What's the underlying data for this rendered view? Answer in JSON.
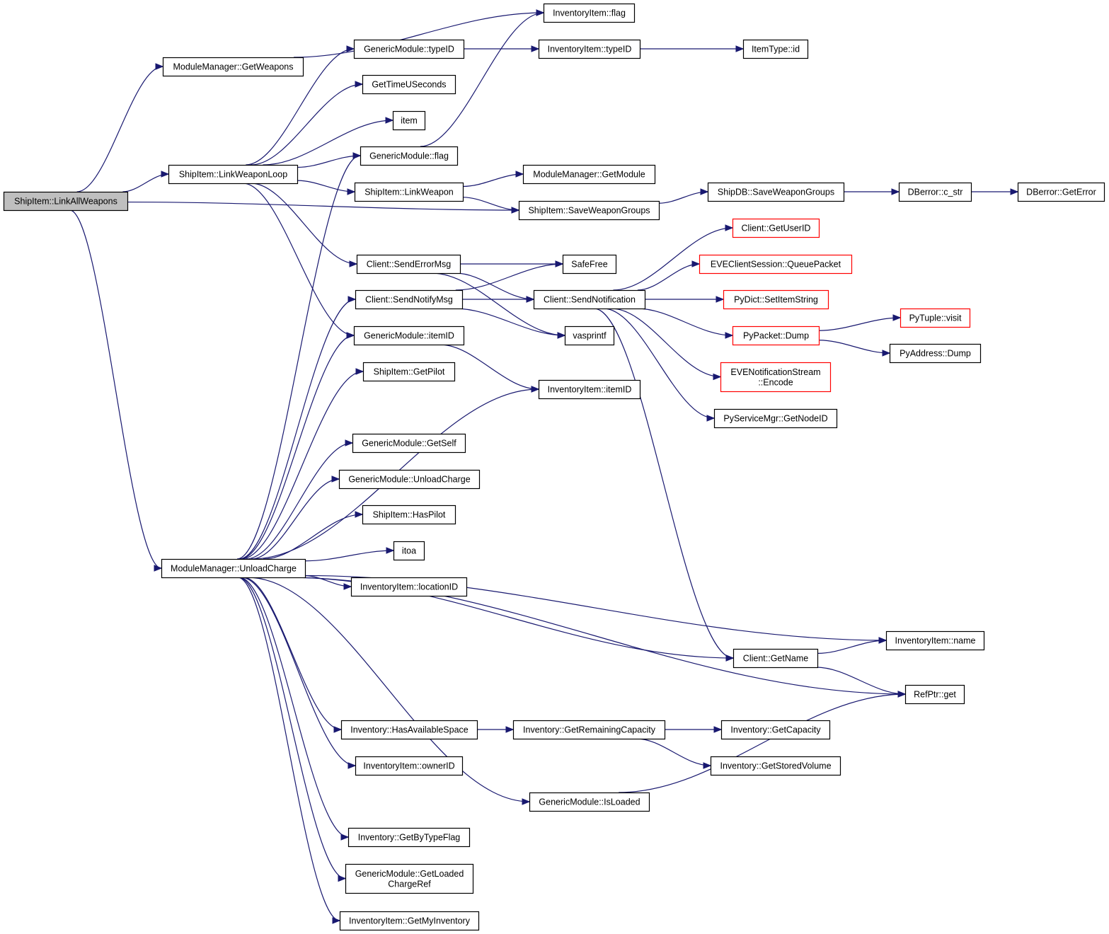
{
  "colors": {
    "edge": "#191970",
    "root_fill": "#bfbfbf",
    "truncated_border": "#ff0000"
  },
  "nodes": [
    {
      "id": "root",
      "label": [
        "ShipItem::LinkAllWeapons"
      ],
      "root": true
    },
    {
      "id": "mm_getweapons",
      "label": [
        "ModuleManager::GetWeapons"
      ]
    },
    {
      "id": "si_linkweaponloop",
      "label": [
        "ShipItem::LinkWeaponLoop"
      ]
    },
    {
      "id": "mm_unloadcharge",
      "label": [
        "ModuleManager::UnloadCharge"
      ]
    },
    {
      "id": "ii_flag",
      "label": [
        "InventoryItem::flag"
      ]
    },
    {
      "id": "gm_typeid",
      "label": [
        "GenericModule::typeID"
      ]
    },
    {
      "id": "ii_typeid",
      "label": [
        "InventoryItem::typeID"
      ]
    },
    {
      "id": "it_id",
      "label": [
        "ItemType::id"
      ]
    },
    {
      "id": "gettimeuseconds",
      "label": [
        "GetTimeUSeconds"
      ]
    },
    {
      "id": "item",
      "label": [
        "item"
      ]
    },
    {
      "id": "gm_flag",
      "label": [
        "GenericModule::flag"
      ]
    },
    {
      "id": "si_linkweapon",
      "label": [
        "ShipItem::LinkWeapon"
      ]
    },
    {
      "id": "mm_getmodule",
      "label": [
        "ModuleManager::GetModule"
      ]
    },
    {
      "id": "si_saveweapongroups",
      "label": [
        "ShipItem::SaveWeaponGroups"
      ]
    },
    {
      "id": "sdb_saveweapongroups",
      "label": [
        "ShipDB::SaveWeaponGroups"
      ]
    },
    {
      "id": "dberror_cstr",
      "label": [
        "DBerror::c_str"
      ]
    },
    {
      "id": "dberror_geterror",
      "label": [
        "DBerror::GetError"
      ]
    },
    {
      "id": "client_senderrormsg",
      "label": [
        "Client::SendErrorMsg"
      ]
    },
    {
      "id": "safefree",
      "label": [
        "SafeFree"
      ]
    },
    {
      "id": "client_sendnotifymsg",
      "label": [
        "Client::SendNotifyMsg"
      ]
    },
    {
      "id": "client_sendnotification",
      "label": [
        "Client::SendNotification"
      ]
    },
    {
      "id": "vasprintf",
      "label": [
        "vasprintf"
      ]
    },
    {
      "id": "client_getuserid",
      "label": [
        "Client::GetUserID"
      ],
      "truncated": true
    },
    {
      "id": "ecs_queuepacket",
      "label": [
        "EVEClientSession::QueuePacket"
      ],
      "truncated": true
    },
    {
      "id": "pydict_setitemstring",
      "label": [
        "PyDict::SetItemString"
      ],
      "truncated": true
    },
    {
      "id": "pypacket_dump",
      "label": [
        "PyPacket::Dump"
      ],
      "truncated": true
    },
    {
      "id": "pytuple_visit",
      "label": [
        "PyTuple::visit"
      ],
      "truncated": true
    },
    {
      "id": "pyaddress_dump",
      "label": [
        "PyAddress::Dump"
      ]
    },
    {
      "id": "ens_encode",
      "label": [
        "EVENotificationStream",
        "::Encode"
      ],
      "truncated": true
    },
    {
      "id": "psm_getnodeid",
      "label": [
        "PyServiceMgr::GetNodeID"
      ]
    },
    {
      "id": "gm_itemid",
      "label": [
        "GenericModule::itemID"
      ]
    },
    {
      "id": "ii_itemid",
      "label": [
        "InventoryItem::itemID"
      ]
    },
    {
      "id": "si_getpilot",
      "label": [
        "ShipItem::GetPilot"
      ]
    },
    {
      "id": "gm_getself",
      "label": [
        "GenericModule::GetSelf"
      ]
    },
    {
      "id": "gm_unloadcharge",
      "label": [
        "GenericModule::UnloadCharge"
      ]
    },
    {
      "id": "si_haspilot",
      "label": [
        "ShipItem::HasPilot"
      ]
    },
    {
      "id": "itoa",
      "label": [
        "itoa"
      ]
    },
    {
      "id": "ii_locationid",
      "label": [
        "InventoryItem::locationID"
      ]
    },
    {
      "id": "ii_name",
      "label": [
        "InventoryItem::name"
      ]
    },
    {
      "id": "client_getname",
      "label": [
        "Client::GetName"
      ]
    },
    {
      "id": "refptr_get",
      "label": [
        "RefPtr::get"
      ]
    },
    {
      "id": "inv_hasavailablespace",
      "label": [
        "Inventory::HasAvailableSpace"
      ]
    },
    {
      "id": "inv_getremainingcapacity",
      "label": [
        "Inventory::GetRemainingCapacity"
      ]
    },
    {
      "id": "inv_getcapacity",
      "label": [
        "Inventory::GetCapacity"
      ]
    },
    {
      "id": "inv_getstoredvolume",
      "label": [
        "Inventory::GetStoredVolume"
      ]
    },
    {
      "id": "ii_ownerid",
      "label": [
        "InventoryItem::ownerID"
      ]
    },
    {
      "id": "gm_isloaded",
      "label": [
        "GenericModule::IsLoaded"
      ]
    },
    {
      "id": "inv_getbytypeflag",
      "label": [
        "Inventory::GetByTypeFlag"
      ]
    },
    {
      "id": "gm_getloadedchargeref",
      "label": [
        "GenericModule::GetLoaded",
        "ChargeRef"
      ]
    },
    {
      "id": "ii_getmyinventory",
      "label": [
        "InventoryItem::GetMyInventory"
      ]
    }
  ],
  "edges": [
    [
      "root",
      "mm_getweapons"
    ],
    [
      "root",
      "si_linkweaponloop"
    ],
    [
      "root",
      "mm_unloadcharge"
    ],
    [
      "root",
      "si_saveweapongroups"
    ],
    [
      "mm_getweapons",
      "ii_flag"
    ],
    [
      "si_linkweaponloop",
      "gm_typeid"
    ],
    [
      "si_linkweaponloop",
      "gettimeuseconds"
    ],
    [
      "si_linkweaponloop",
      "item"
    ],
    [
      "si_linkweaponloop",
      "gm_flag"
    ],
    [
      "si_linkweaponloop",
      "si_linkweapon"
    ],
    [
      "si_linkweaponloop",
      "client_senderrormsg"
    ],
    [
      "si_linkweaponloop",
      "gm_itemid"
    ],
    [
      "gm_typeid",
      "ii_typeid"
    ],
    [
      "ii_typeid",
      "it_id"
    ],
    [
      "gm_flag",
      "ii_flag"
    ],
    [
      "si_linkweapon",
      "mm_getmodule"
    ],
    [
      "si_linkweapon",
      "si_saveweapongroups"
    ],
    [
      "si_saveweapongroups",
      "sdb_saveweapongroups"
    ],
    [
      "sdb_saveweapongroups",
      "dberror_cstr"
    ],
    [
      "dberror_cstr",
      "dberror_geterror"
    ],
    [
      "client_senderrormsg",
      "safefree"
    ],
    [
      "client_senderrormsg",
      "client_sendnotification"
    ],
    [
      "client_senderrormsg",
      "vasprintf"
    ],
    [
      "client_sendnotifymsg",
      "safefree"
    ],
    [
      "client_sendnotifymsg",
      "client_sendnotification"
    ],
    [
      "client_sendnotifymsg",
      "vasprintf"
    ],
    [
      "client_sendnotification",
      "client_getuserid"
    ],
    [
      "client_sendnotification",
      "ecs_queuepacket"
    ],
    [
      "client_sendnotification",
      "pydict_setitemstring"
    ],
    [
      "client_sendnotification",
      "pypacket_dump"
    ],
    [
      "client_sendnotification",
      "ens_encode"
    ],
    [
      "client_sendnotification",
      "psm_getnodeid"
    ],
    [
      "client_sendnotification",
      "client_getname"
    ],
    [
      "pypacket_dump",
      "pytuple_visit"
    ],
    [
      "pypacket_dump",
      "pyaddress_dump"
    ],
    [
      "gm_itemid",
      "ii_itemid"
    ],
    [
      "mm_unloadcharge",
      "gm_flag"
    ],
    [
      "mm_unloadcharge",
      "client_sendnotifymsg"
    ],
    [
      "mm_unloadcharge",
      "gm_itemid"
    ],
    [
      "mm_unloadcharge",
      "si_getpilot"
    ],
    [
      "mm_unloadcharge",
      "ii_itemid"
    ],
    [
      "mm_unloadcharge",
      "gm_getself"
    ],
    [
      "mm_unloadcharge",
      "gm_unloadcharge"
    ],
    [
      "mm_unloadcharge",
      "si_haspilot"
    ],
    [
      "mm_unloadcharge",
      "itoa"
    ],
    [
      "mm_unloadcharge",
      "ii_locationid"
    ],
    [
      "mm_unloadcharge",
      "ii_name"
    ],
    [
      "mm_unloadcharge",
      "client_getname"
    ],
    [
      "mm_unloadcharge",
      "refptr_get"
    ],
    [
      "mm_unloadcharge",
      "inv_hasavailablespace"
    ],
    [
      "mm_unloadcharge",
      "ii_ownerid"
    ],
    [
      "mm_unloadcharge",
      "gm_isloaded"
    ],
    [
      "mm_unloadcharge",
      "inv_getbytypeflag"
    ],
    [
      "mm_unloadcharge",
      "gm_getloadedchargeref"
    ],
    [
      "mm_unloadcharge",
      "ii_getmyinventory"
    ],
    [
      "client_getname",
      "ii_name"
    ],
    [
      "client_getname",
      "refptr_get"
    ],
    [
      "inv_hasavailablespace",
      "inv_getremainingcapacity"
    ],
    [
      "inv_getremainingcapacity",
      "inv_getcapacity"
    ],
    [
      "inv_getremainingcapacity",
      "inv_getstoredvolume"
    ],
    [
      "gm_isloaded",
      "refptr_get"
    ]
  ]
}
